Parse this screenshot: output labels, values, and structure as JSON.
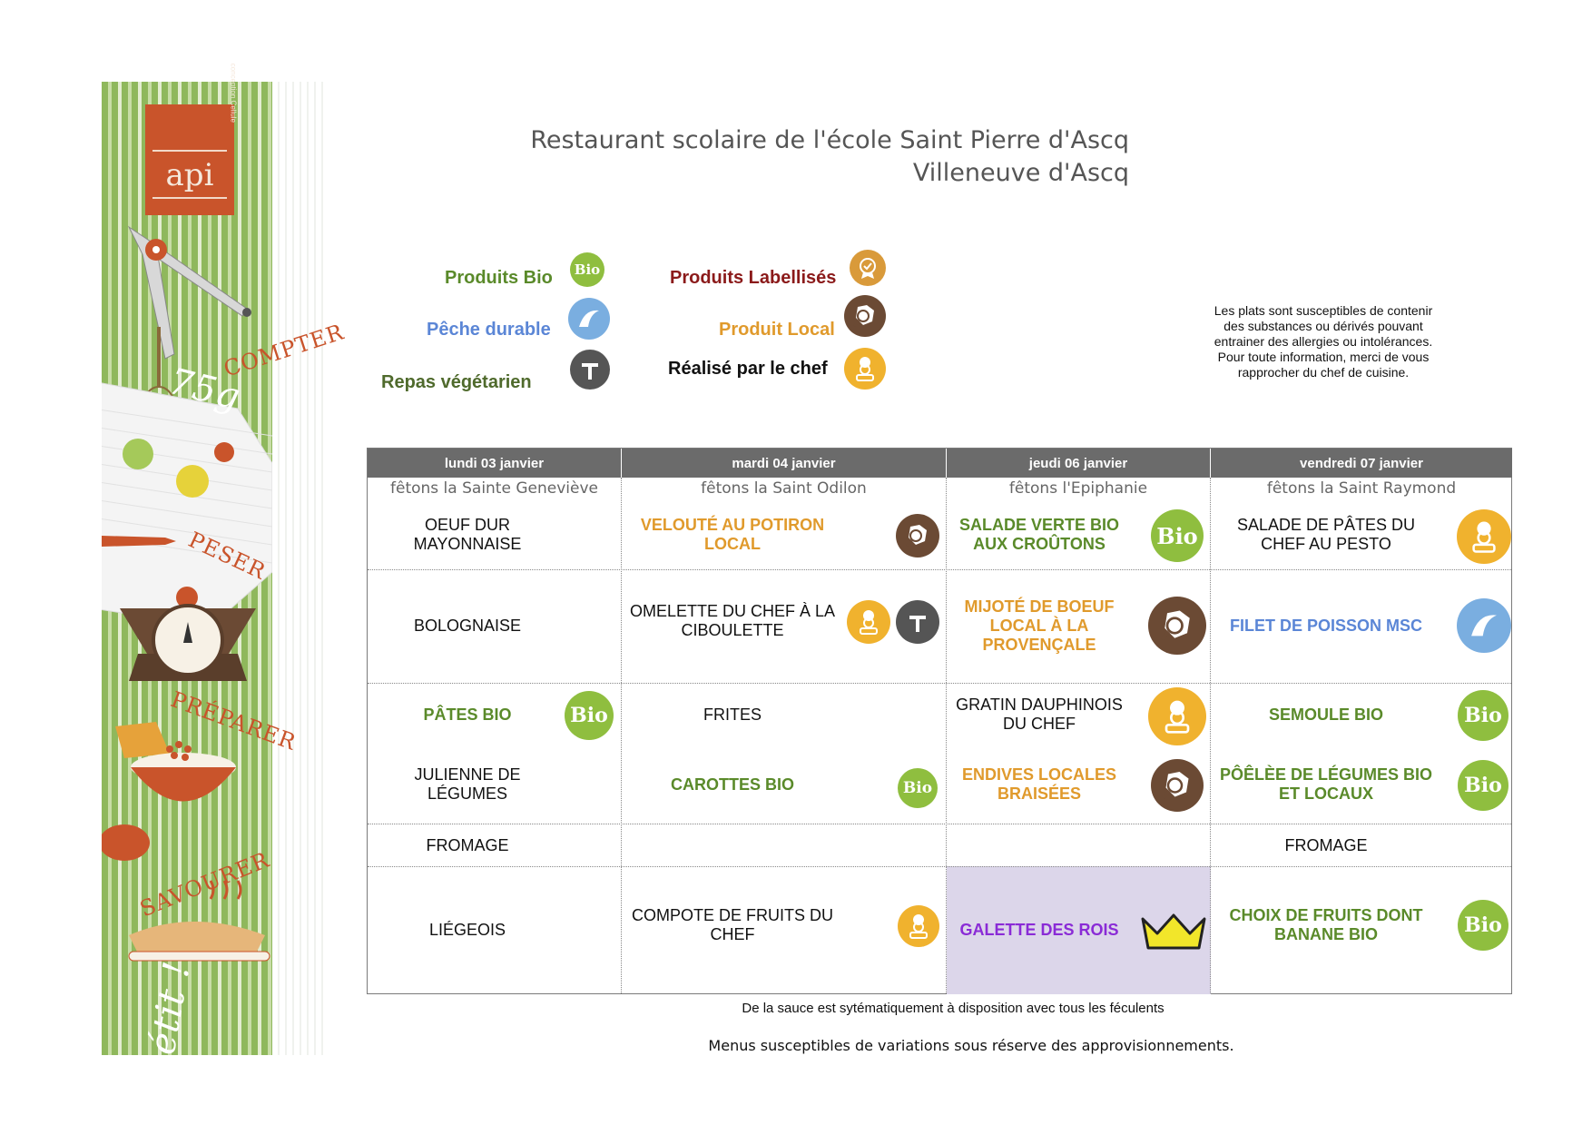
{
  "logo": {
    "brand": "api",
    "caption": "conception Cellule"
  },
  "decor_words": [
    "COMPTER",
    "75g",
    "PESER",
    "PRÉPARER",
    "SAVOURER",
    "pétit !"
  ],
  "header": {
    "title_line1": "Restaurant scolaire de l'école Saint Pierre d'Ascq",
    "title_line2": "Villeneuve d'Ascq"
  },
  "legend": {
    "bio": {
      "label": "Produits Bio",
      "icon": "bio-icon",
      "icon_text": "Bio",
      "color": "#5a8a2a"
    },
    "peche": {
      "label": "Pêche durable",
      "icon": "wave-icon",
      "color": "#5b86d6"
    },
    "vegetarien": {
      "label": "Repas végétarien",
      "icon": "fork-icon",
      "color": "#4f6a2c"
    },
    "labellises": {
      "label": "Produits Labellisés",
      "icon": "medal-icon",
      "color": "#8b1a1a"
    },
    "local": {
      "label": "Produit Local",
      "icon": "france-map-icon",
      "color": "#e09a2c"
    },
    "chef": {
      "label": "Réalisé par le chef",
      "icon": "chef-icon",
      "color": "#111111"
    }
  },
  "allergen_note": {
    "lines": [
      "Les plats sont susceptibles de contenir",
      "des substances ou dérivés pouvant",
      "entrainer des allergies ou intolérances.",
      "Pour toute information, merci de vous",
      "rapprocher du chef de cuisine."
    ]
  },
  "days": [
    {
      "label": "lundi 03 janvier",
      "fete": "fêtons la Sainte Geneviève"
    },
    {
      "label": "mardi 04 janvier",
      "fete": "fêtons la Saint Odilon"
    },
    {
      "label": "jeudi 06 janvier",
      "fete": "fêtons l'Epiphanie"
    },
    {
      "label": "vendredi 07 janvier",
      "fete": "fêtons la Saint Raymond"
    }
  ],
  "menu": {
    "lundi": {
      "entree": "OEUF DUR MAYONNAISE",
      "plat": "BOLOGNAISE",
      "feculent": "PÂTES BIO",
      "legume": "JULIENNE DE LÉGUMES",
      "fromage": "FROMAGE",
      "dessert": "LIÉGEOIS"
    },
    "mardi": {
      "entree": "VELOUTÉ AU POTIRON LOCAL",
      "plat": "OMELETTE DU CHEF  À LA CIBOULETTE",
      "feculent": "FRITES",
      "legume": "CAROTTES BIO",
      "fromage": "",
      "dessert": "COMPOTE DE FRUITS DU CHEF"
    },
    "jeudi": {
      "entree": "SALADE VERTE BIO AUX CROÛTONS",
      "plat": "MIJOTÉ DE BOEUF LOCAL À LA PROVENÇALE",
      "feculent": "GRATIN DAUPHINOIS DU CHEF",
      "legume": "ENDIVES LOCALES BRAISÉES",
      "fromage": "",
      "dessert": "GALETTE DES ROIS"
    },
    "vendredi": {
      "entree": "SALADE DE PÂTES  DU CHEF AU PESTO",
      "plat": "FILET DE POISSON MSC",
      "feculent": "SEMOULE BIO",
      "legume": "PÔÊLÈE DE LÉGUMES  BIO ET LOCAUX",
      "fromage": "FROMAGE",
      "dessert": "CHOIX DE FRUITS DONT BANANE BIO"
    }
  },
  "icon_text": {
    "bio": "Bio"
  },
  "highlight_color": "#dcd6ea",
  "footer": {
    "sauce_note": "De la sauce est sytématiquement à disposition avec tous les féculents",
    "variation_note": "Menus susceptibles de variations sous réserve des approvisionnements."
  }
}
